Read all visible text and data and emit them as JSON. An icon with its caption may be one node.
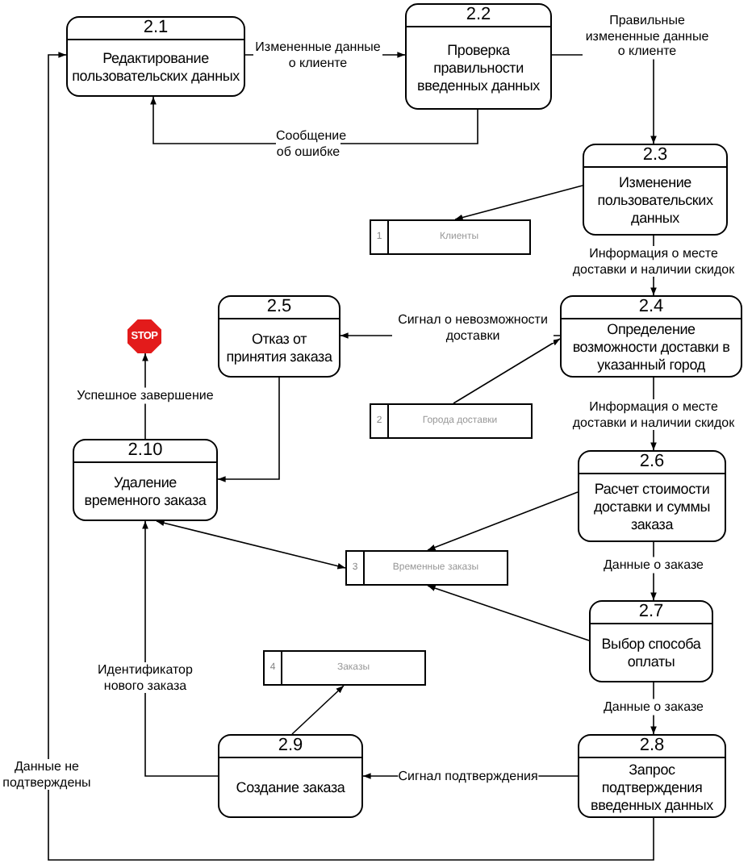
{
  "diagram": {
    "nodes": [
      {
        "text": [
          "2.1",
          "Редактирование пользовательских данных"
        ]
      },
      {
        "text": [
          "2.2",
          "Проверка правильности введенных данных"
        ]
      },
      {
        "text": [
          "2.3",
          "Изменение пользовательских данных"
        ]
      },
      {
        "text": [
          "1",
          "Клиенты"
        ]
      },
      {
        "text": [
          "2.4",
          "Определение возможности доставки в указанный город"
        ]
      },
      {
        "text": [
          "2.5",
          "Отказ от принятия заказа"
        ]
      },
      {
        "text": [
          "STOP"
        ]
      },
      {
        "text": [
          "2",
          "Города доставки"
        ]
      },
      {
        "text": [
          "2.10",
          "Удаление временного заказа"
        ]
      },
      {
        "text": [
          "2.6",
          "Расчет стоимости доставки и суммы заказа"
        ]
      },
      {
        "text": [
          "3",
          "Временные заказы"
        ]
      },
      {
        "text": [
          "2.7",
          "Выбор способа оплаты"
        ]
      },
      {
        "text": [
          "4",
          "Заказы"
        ]
      },
      {
        "text": [
          "2.9",
          "Создание заказа"
        ]
      },
      {
        "text": [
          "2.8",
          "Запрос подтверждения введенных данных"
        ]
      }
    ],
    "edges": [
      {
        "from": 0,
        "to": 1,
        "arrow": "to",
        "label": "Измененные данные о клиенте"
      },
      {
        "from": 1,
        "to": 0,
        "arrow": "to",
        "label": "Сообщение об ошибке"
      },
      {
        "from": 1,
        "to": 2,
        "arrow": "to",
        "label": "Правильные измененные данные о клиенте"
      },
      {
        "from": 2,
        "to": 3,
        "arrow": "to"
      },
      {
        "from": 2,
        "to": 4,
        "arrow": "to",
        "label": "Информация о месте доставки и наличии скидок"
      },
      {
        "from": 4,
        "to": 5,
        "arrow": "to",
        "label": "Сигнал о невозможности доставки"
      },
      {
        "from": 7,
        "to": 4,
        "arrow": "to"
      },
      {
        "from": 4,
        "to": 9,
        "arrow": "to",
        "label": "Информация о месте доставки и наличии скидок"
      },
      {
        "from": 5,
        "to": 8,
        "arrow": "to"
      },
      {
        "from": 8,
        "to": 6,
        "arrow": "to",
        "label": "Успешное завершение"
      },
      {
        "from": 9,
        "to": 10,
        "arrow": "to"
      },
      {
        "from": 8,
        "to": 10,
        "arrow": "both"
      },
      {
        "from": 9,
        "to": 11,
        "arrow": "to",
        "label": "Данные о заказе"
      },
      {
        "from": 11,
        "to": 10,
        "arrow": "to"
      },
      {
        "from": 11,
        "to": 14,
        "arrow": "to",
        "label": "Данные о заказе"
      },
      {
        "from": 14,
        "to": 13,
        "arrow": "to",
        "label": "Сигнал подтверждения"
      },
      {
        "from": 13,
        "to": 12,
        "arrow": "to"
      },
      {
        "from": 13,
        "to": 8,
        "arrow": "to",
        "label": "Идентификатор нового заказа"
      },
      {
        "from": 14,
        "to": 0,
        "arrow": "to",
        "label": "Данные не подтверждены"
      }
    ]
  }
}
